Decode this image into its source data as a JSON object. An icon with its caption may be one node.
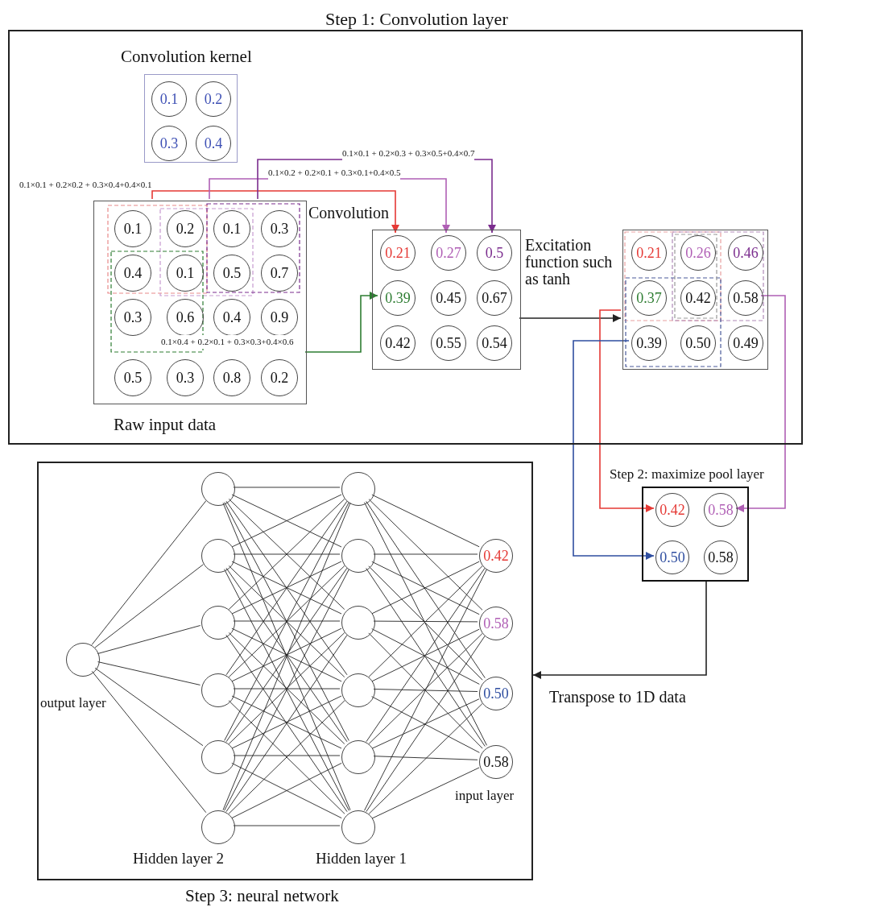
{
  "diagram": {
    "nodes": [
      {
        "text": [
          "Step 1: Convolution layer"
        ]
      },
      {
        "text": [
          "Convolution kernel"
        ],
        "in": 0
      },
      {
        "text": [
          "0.1"
        ],
        "in": 1
      },
      {
        "text": [
          "0.2"
        ],
        "in": 1
      },
      {
        "text": [
          "0.3"
        ],
        "in": 1
      },
      {
        "text": [
          "0.4"
        ],
        "in": 1
      },
      {
        "text": [
          "Raw input data"
        ],
        "in": 0
      },
      {
        "text": [
          "0.1"
        ],
        "in": 6
      },
      {
        "text": [
          "0.2"
        ],
        "in": 6
      },
      {
        "text": [
          "0.1"
        ],
        "in": 6
      },
      {
        "text": [
          "0.3"
        ],
        "in": 6
      },
      {
        "text": [
          "0.4"
        ],
        "in": 6
      },
      {
        "text": [
          "0.1"
        ],
        "in": 6
      },
      {
        "text": [
          "0.5"
        ],
        "in": 6
      },
      {
        "text": [
          "0.7"
        ],
        "in": 6
      },
      {
        "text": [
          "0.3"
        ],
        "in": 6
      },
      {
        "text": [
          "0.6"
        ],
        "in": 6
      },
      {
        "text": [
          "0.4"
        ],
        "in": 6
      },
      {
        "text": [
          "0.9"
        ],
        "in": 6
      },
      {
        "text": [
          "0.5"
        ],
        "in": 6
      },
      {
        "text": [
          "0.3"
        ],
        "in": 6
      },
      {
        "text": [
          "0.8"
        ],
        "in": 6
      },
      {
        "text": [
          "0.2"
        ],
        "in": 6
      },
      {
        "text": [],
        "shape": "box",
        "in": 0
      },
      {
        "text": [
          "0.21"
        ],
        "in": 23
      },
      {
        "text": [
          "0.27"
        ],
        "in": 23
      },
      {
        "text": [
          "0.5"
        ],
        "in": 23
      },
      {
        "text": [
          "0.39"
        ],
        "in": 23
      },
      {
        "text": [
          "0.45"
        ],
        "in": 23
      },
      {
        "text": [
          "0.67"
        ],
        "in": 23
      },
      {
        "text": [
          "0.42"
        ],
        "in": 23
      },
      {
        "text": [
          "0.55"
        ],
        "in": 23
      },
      {
        "text": [
          "0.54"
        ],
        "in": 23
      },
      {
        "text": [],
        "shape": "box",
        "in": 0
      },
      {
        "text": [
          "0.21"
        ],
        "in": 33
      },
      {
        "text": [
          "0.26"
        ],
        "in": 33
      },
      {
        "text": [
          "0.46"
        ],
        "in": 33
      },
      {
        "text": [
          "0.37"
        ],
        "in": 33
      },
      {
        "text": [
          "0.42"
        ],
        "in": 33
      },
      {
        "text": [
          "0.58"
        ],
        "in": 33
      },
      {
        "text": [
          "0.39"
        ],
        "in": 33
      },
      {
        "text": [
          "0.50"
        ],
        "in": 33
      },
      {
        "text": [
          "0.49"
        ],
        "in": 33
      },
      {
        "text": [
          "Step 2: maximize pool layer"
        ]
      },
      {
        "text": [
          "0.42"
        ],
        "in": 43
      },
      {
        "text": [
          "0.58"
        ],
        "in": 43
      },
      {
        "text": [
          "0.50"
        ],
        "in": 43
      },
      {
        "text": [
          "0.58"
        ],
        "in": 43
      },
      {
        "text": [
          "Step 3: neural network"
        ]
      },
      {
        "text": [],
        "shape": "circle",
        "in": 48
      },
      {
        "text": [],
        "shape": "circle",
        "in": 48
      },
      {
        "text": [],
        "shape": "circle",
        "in": 48
      },
      {
        "text": [],
        "shape": "circle",
        "in": 48
      },
      {
        "text": [],
        "shape": "circle",
        "in": 48
      },
      {
        "text": [],
        "shape": "circle",
        "in": 48
      },
      {
        "text": [],
        "shape": "circle",
        "in": 48
      },
      {
        "text": [],
        "shape": "circle",
        "in": 48
      },
      {
        "text": [],
        "shape": "circle",
        "in": 48
      },
      {
        "text": [],
        "shape": "circle",
        "in": 48
      },
      {
        "text": [],
        "shape": "circle",
        "in": 48
      },
      {
        "text": [],
        "shape": "circle",
        "in": 48
      },
      {
        "text": [],
        "shape": "circle",
        "in": 48
      },
      {
        "text": [
          "0.42"
        ],
        "in": 48
      },
      {
        "text": [
          "0.58"
        ],
        "in": 48
      },
      {
        "text": [
          "0.50"
        ],
        "in": 48
      },
      {
        "text": [
          "0.58"
        ],
        "in": 48
      }
    ],
    "edges": [
      {
        "from": 6,
        "to": 24,
        "arrow": "to",
        "label": "0.1×0.1 + 0.2×0.2 + 0.3×0.4+0.4×0.1",
        "color": "#e53935"
      },
      {
        "from": 6,
        "to": 25,
        "arrow": "to",
        "label": "0.1×0.2 + 0.2×0.1 + 0.3×0.1+0.4×0.5",
        "color": "#b05fb5"
      },
      {
        "from": 6,
        "to": 26,
        "arrow": "to",
        "label": "0.1×0.1 + 0.2×0.3 + 0.3×0.5+0.4×0.7",
        "color": "#7b2d8e"
      },
      {
        "from": 6,
        "to": 27,
        "arrow": "to",
        "label": "0.1×0.4 + 0.2×0.1 + 0.3×0.3+0.4×0.6",
        "color": "#2e7d32"
      },
      {
        "from": 23,
        "to": 33,
        "arrow": "to",
        "label": "Excitation function such as tanh"
      },
      {
        "from": 33,
        "to": 44,
        "arrow": "to",
        "color": "#e53935"
      },
      {
        "from": 39,
        "to": 45,
        "arrow": "to",
        "color": "#b05fb5"
      },
      {
        "from": 40,
        "to": 46,
        "arrow": "to",
        "color": "#2f4ea0"
      },
      {
        "from": 43,
        "to": 48,
        "arrow": "to",
        "label": "Transpose to 1D data"
      },
      {
        "from": 49,
        "to": 50,
        "arrow": "none"
      },
      {
        "from": 49,
        "to": 51,
        "arrow": "none"
      },
      {
        "from": 49,
        "to": 52,
        "arrow": "none"
      },
      {
        "from": 49,
        "to": 53,
        "arrow": "none"
      },
      {
        "from": 49,
        "to": 54,
        "arrow": "none"
      },
      {
        "from": 49,
        "to": 55,
        "arrow": "none"
      },
      {
        "from": 50,
        "to": 56,
        "arrow": "none"
      },
      {
        "from": 50,
        "to": 57,
        "arrow": "none"
      },
      {
        "from": 50,
        "to": 58,
        "arrow": "none"
      },
      {
        "from": 50,
        "to": 59,
        "arrow": "none"
      },
      {
        "from": 50,
        "to": 60,
        "arrow": "none"
      },
      {
        "from": 50,
        "to": 61,
        "arrow": "none"
      },
      {
        "from": 51,
        "to": 56,
        "arrow": "none"
      },
      {
        "from": 51,
        "to": 57,
        "arrow": "none"
      },
      {
        "from": 51,
        "to": 58,
        "arrow": "none"
      },
      {
        "from": 51,
        "to": 59,
        "arrow": "none"
      },
      {
        "from": 51,
        "to": 60,
        "arrow": "none"
      },
      {
        "from": 51,
        "to": 61,
        "arrow": "none"
      },
      {
        "from": 52,
        "to": 56,
        "arrow": "none"
      },
      {
        "from": 52,
        "to": 57,
        "arrow": "none"
      },
      {
        "from": 52,
        "to": 58,
        "arrow": "none"
      },
      {
        "from": 52,
        "to": 59,
        "arrow": "none"
      },
      {
        "from": 52,
        "to": 60,
        "arrow": "none"
      },
      {
        "from": 52,
        "to": 61,
        "arrow": "none"
      },
      {
        "from": 53,
        "to": 56,
        "arrow": "none"
      },
      {
        "from": 53,
        "to": 57,
        "arrow": "none"
      },
      {
        "from": 53,
        "to": 58,
        "arrow": "none"
      },
      {
        "from": 53,
        "to": 59,
        "arrow": "none"
      },
      {
        "from": 53,
        "to": 60,
        "arrow": "none"
      },
      {
        "from": 53,
        "to": 61,
        "arrow": "none"
      },
      {
        "from": 54,
        "to": 56,
        "arrow": "none"
      },
      {
        "from": 54,
        "to": 57,
        "arrow": "none"
      },
      {
        "from": 54,
        "to": 58,
        "arrow": "none"
      },
      {
        "from": 54,
        "to": 59,
        "arrow": "none"
      },
      {
        "from": 54,
        "to": 60,
        "arrow": "none"
      },
      {
        "from": 54,
        "to": 61,
        "arrow": "none"
      },
      {
        "from": 55,
        "to": 56,
        "arrow": "none"
      },
      {
        "from": 55,
        "to": 57,
        "arrow": "none"
      },
      {
        "from": 55,
        "to": 58,
        "arrow": "none"
      },
      {
        "from": 55,
        "to": 59,
        "arrow": "none"
      },
      {
        "from": 55,
        "to": 60,
        "arrow": "none"
      },
      {
        "from": 55,
        "to": 61,
        "arrow": "none"
      },
      {
        "from": 56,
        "to": 62,
        "arrow": "none"
      },
      {
        "from": 56,
        "to": 63,
        "arrow": "none"
      },
      {
        "from": 56,
        "to": 64,
        "arrow": "none"
      },
      {
        "from": 56,
        "to": 65,
        "arrow": "none"
      },
      {
        "from": 57,
        "to": 62,
        "arrow": "none"
      },
      {
        "from": 57,
        "to": 63,
        "arrow": "none"
      },
      {
        "from": 57,
        "to": 64,
        "arrow": "none"
      },
      {
        "from": 57,
        "to": 65,
        "arrow": "none"
      },
      {
        "from": 58,
        "to": 62,
        "arrow": "none"
      },
      {
        "from": 58,
        "to": 63,
        "arrow": "none"
      },
      {
        "from": 58,
        "to": 64,
        "arrow": "none"
      },
      {
        "from": 58,
        "to": 65,
        "arrow": "none"
      },
      {
        "from": 59,
        "to": 62,
        "arrow": "none"
      },
      {
        "from": 59,
        "to": 63,
        "arrow": "none"
      },
      {
        "from": 59,
        "to": 64,
        "arrow": "none"
      },
      {
        "from": 59,
        "to": 65,
        "arrow": "none"
      },
      {
        "from": 60,
        "to": 62,
        "arrow": "none"
      },
      {
        "from": 60,
        "to": 63,
        "arrow": "none"
      },
      {
        "from": 60,
        "to": 64,
        "arrow": "none"
      },
      {
        "from": 60,
        "to": 65,
        "arrow": "none"
      },
      {
        "from": 61,
        "to": 62,
        "arrow": "none"
      },
      {
        "from": 61,
        "to": 63,
        "arrow": "none"
      },
      {
        "from": 61,
        "to": 64,
        "arrow": "none"
      },
      {
        "from": 61,
        "to": 65,
        "arrow": "none"
      }
    ],
    "labels": [
      "Convolution",
      "output layer",
      "Hidden layer 2",
      "Hidden layer 1",
      "input layer"
    ]
  }
}
